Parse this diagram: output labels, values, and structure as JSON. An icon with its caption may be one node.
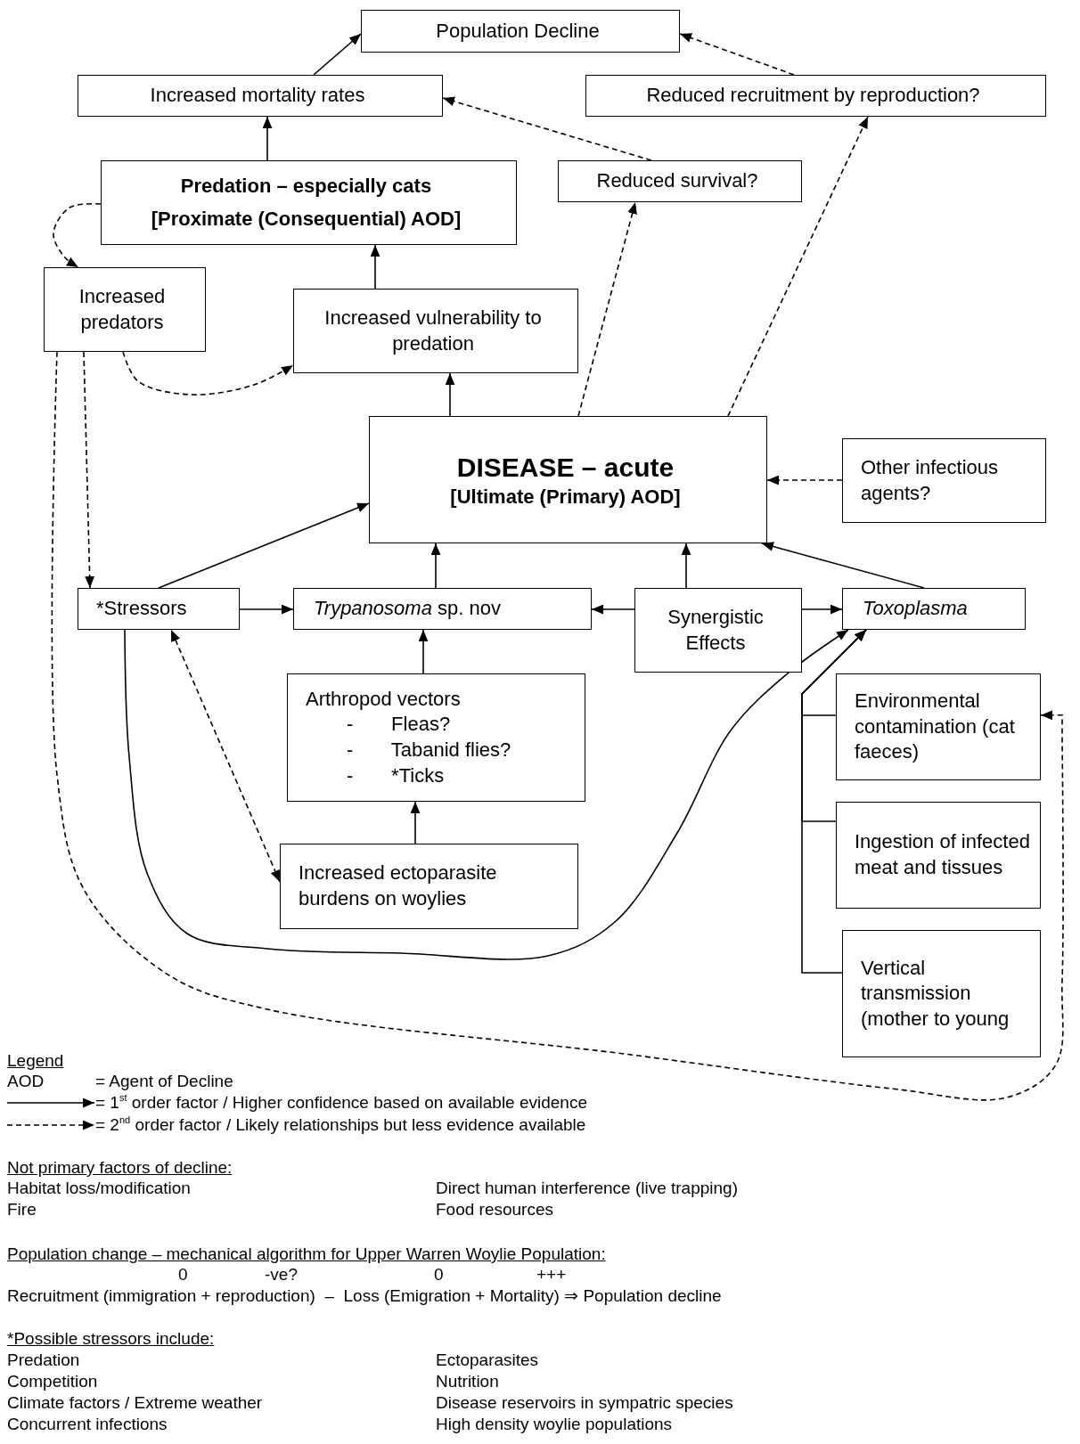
{
  "diagram": {
    "nodes": [
      {
        "text": [
          "Population Decline"
        ]
      },
      {
        "text": [
          "Increased mortality rates"
        ]
      },
      {
        "text": [
          "Reduced recruitment by reproduction?"
        ]
      },
      {
        "text": [
          "Predation – especially cats",
          "[Proximate (Consequential) AOD]"
        ]
      },
      {
        "text": [
          "Reduced survival?"
        ]
      },
      {
        "text": [
          "Increased predators"
        ]
      },
      {
        "text": [
          "Increased vulnerability to predation"
        ]
      },
      {
        "text": [
          "DISEASE – acute",
          "[Ultimate (Primary) AOD]"
        ]
      },
      {
        "text": [
          "Other infectious agents?"
        ]
      },
      {
        "text": [
          "*Stressors"
        ]
      },
      {
        "text": [
          "*Trypanosoma* sp. nov"
        ]
      },
      {
        "text": [
          "Synergistic Effects"
        ]
      },
      {
        "text": [
          "Toxoplasma"
        ]
      },
      {
        "text": [
          "Arthropod vectors",
          "- Fleas?",
          "- Tabanid flies?",
          "- *Ticks"
        ]
      },
      {
        "text": [
          "Increased ectoparasite burdens on woylies"
        ]
      },
      {
        "text": [
          "Environmental contamination (cat faeces)"
        ]
      },
      {
        "text": [
          "Ingestion of infected meat and tissues"
        ]
      },
      {
        "text": [
          "Vertical transmission (mother to young"
        ]
      }
    ],
    "edges": [
      {
        "from": 1,
        "to": 0,
        "arrow": "to"
      },
      {
        "from": 2,
        "to": 0,
        "arrow": "to",
        "style": "dashed"
      },
      {
        "from": 3,
        "to": 1,
        "arrow": "to"
      },
      {
        "from": 4,
        "to": 1,
        "arrow": "to",
        "style": "dashed"
      },
      {
        "from": 7,
        "to": 4,
        "arrow": "to",
        "style": "dashed"
      },
      {
        "from": 7,
        "to": 2,
        "arrow": "to",
        "style": "dashed"
      },
      {
        "from": 3,
        "to": 5,
        "arrow": "to",
        "style": "dashed"
      },
      {
        "from": 5,
        "to": 6,
        "arrow": "to",
        "style": "dashed"
      },
      {
        "from": 6,
        "to": 3,
        "arrow": "to"
      },
      {
        "from": 7,
        "to": 6,
        "arrow": "to"
      },
      {
        "from": 8,
        "to": 7,
        "arrow": "to",
        "style": "dashed"
      },
      {
        "from": 9,
        "to": 7,
        "arrow": "to"
      },
      {
        "from": 10,
        "to": 7,
        "arrow": "to"
      },
      {
        "from": 11,
        "to": 7,
        "arrow": "to"
      },
      {
        "from": 12,
        "to": 7,
        "arrow": "to"
      },
      {
        "from": 5,
        "to": 9,
        "arrow": "to",
        "style": "dashed"
      },
      {
        "from": 9,
        "to": 10,
        "arrow": "to"
      },
      {
        "from": 11,
        "to": 10,
        "arrow": "to"
      },
      {
        "from": 11,
        "to": 12,
        "arrow": "to"
      },
      {
        "from": 13,
        "to": 10,
        "arrow": "to"
      },
      {
        "from": 14,
        "to": 13,
        "arrow": "to"
      },
      {
        "from": 14,
        "to": 9,
        "arrow": "both",
        "style": "dashed"
      },
      {
        "from": 9,
        "to": 12,
        "arrow": "to"
      },
      {
        "from": 15,
        "to": 12,
        "arrow": "to"
      },
      {
        "from": 16,
        "to": 12,
        "arrow": "to"
      },
      {
        "from": 17,
        "to": 12,
        "arrow": "to"
      },
      {
        "from": 5,
        "to": 15,
        "arrow": "to",
        "style": "dashed"
      }
    ],
    "labels": [
      "Legend",
      "AOD",
      "= Agent of Decline",
      "Not primary factors of decline:",
      "Habitat loss/modification",
      "Direct human interference (live trapping)",
      "Fire",
      "Food resources",
      "Population change – mechanical algorithm for Upper Warren Woylie Population:",
      "0",
      "-ve?",
      "0",
      "+++",
      "Recruitment (immigration + reproduction)  –  Loss (Emigration + Mortality) ⇒ Population decline",
      "*Possible stressors include:",
      "Predation",
      "Ectoparasites",
      "Competition",
      "Nutrition",
      "Climate factors / Extreme weather",
      "Disease reservoirs in sympatric species",
      "Concurrent infections",
      "High density woylie populations"
    ],
    "legend": [
      {
        "text": "= 1$^{st}$ order factor / Higher confidence based on available evidence"
      },
      {
        "text": "= 2$^{nd}$ order factor / Likely relationships but less evidence available"
      }
    ]
  }
}
